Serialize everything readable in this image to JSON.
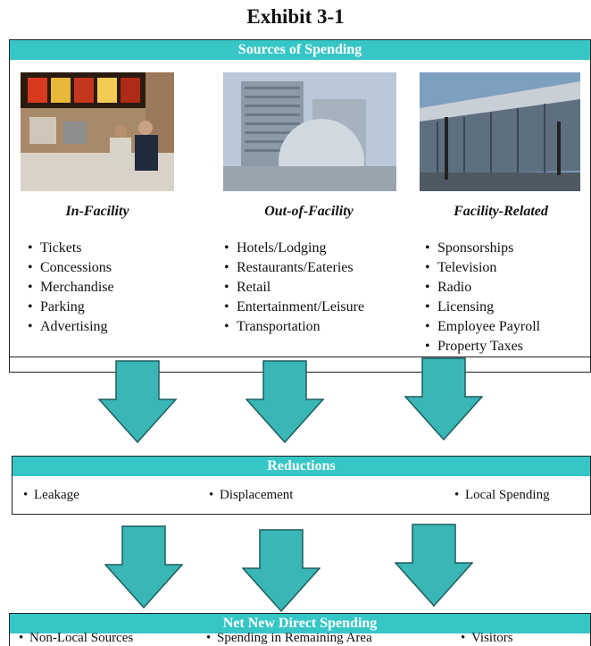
{
  "title": "Exhibit 3-1",
  "sources": {
    "header": "Sources of Spending",
    "columns": [
      {
        "title": "In-Facility",
        "image": "concession-stand-photo",
        "items": [
          "Tickets",
          "Concessions",
          "Merchandise",
          "Parking",
          "Advertising"
        ]
      },
      {
        "title": "Out-of-Facility",
        "image": "hotel-dome-building-photo",
        "items": [
          "Hotels/Lodging",
          "Restaurants/Eateries",
          "Retail",
          "Entertainment/Leisure",
          "Transportation"
        ]
      },
      {
        "title": "Facility-Related",
        "image": "pavilion-arena-photo",
        "items": [
          "Sponsorships",
          "Television",
          "Radio",
          "Licensing",
          "Employee Payroll",
          "Property Taxes"
        ]
      }
    ]
  },
  "reductions": {
    "header": "Reductions",
    "items": [
      "Leakage",
      "Displacement",
      "Local Spending"
    ]
  },
  "net_new": {
    "header": "Net New Direct Spending",
    "items": [
      "Non-Local Sources",
      "Spending in Remaining Area",
      "Visitors"
    ]
  },
  "colors": {
    "accent": "#37c6c6",
    "arrow_fill": "#3ab6b6",
    "arrow_stroke": "#1c5d5d"
  }
}
